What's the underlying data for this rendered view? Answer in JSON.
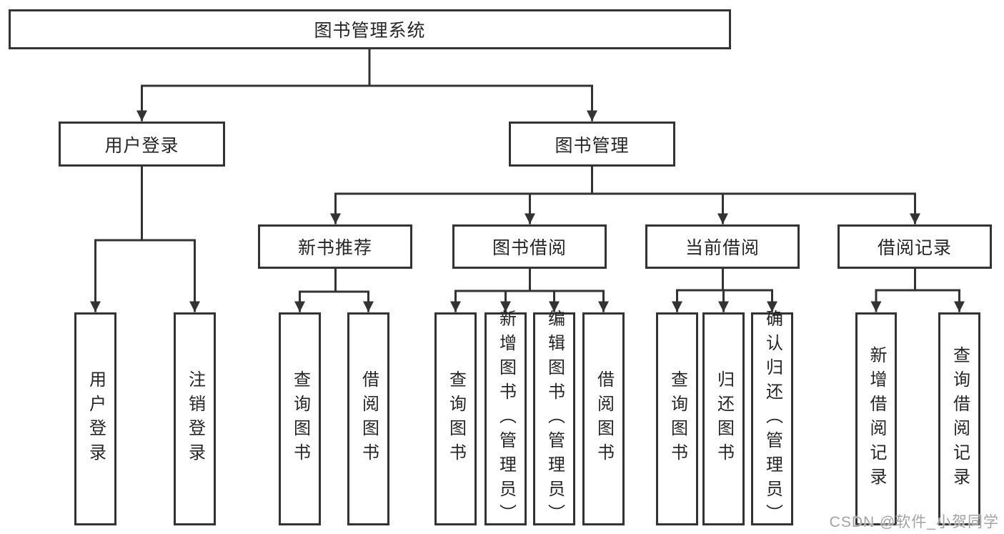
{
  "diagram": {
    "title": "图书管理系统",
    "watermark": "CSDN @软件_小贺同学",
    "colors": {
      "line": "#333333",
      "text": "#262626",
      "box_background": "#ffffff",
      "watermark_text": "#a3a3a3"
    },
    "branches": [
      {
        "label": "用户登录",
        "children": [
          "用户登录",
          "注销登录"
        ]
      },
      {
        "label": "图书管理",
        "groups": [
          {
            "label": "新书推荐",
            "children": [
              "查询图书",
              "借阅图书"
            ]
          },
          {
            "label": "图书借阅",
            "children": [
              "查询图书",
              "新增图书（管理员）",
              "编辑图书（管理员）",
              "借阅图书"
            ]
          },
          {
            "label": "当前借阅",
            "children": [
              "查询图书",
              "归还图书",
              "确认归还（管理员）"
            ]
          },
          {
            "label": "借阅记录",
            "children": [
              "新增借阅记录",
              "查询借阅记录"
            ]
          }
        ]
      }
    ]
  }
}
